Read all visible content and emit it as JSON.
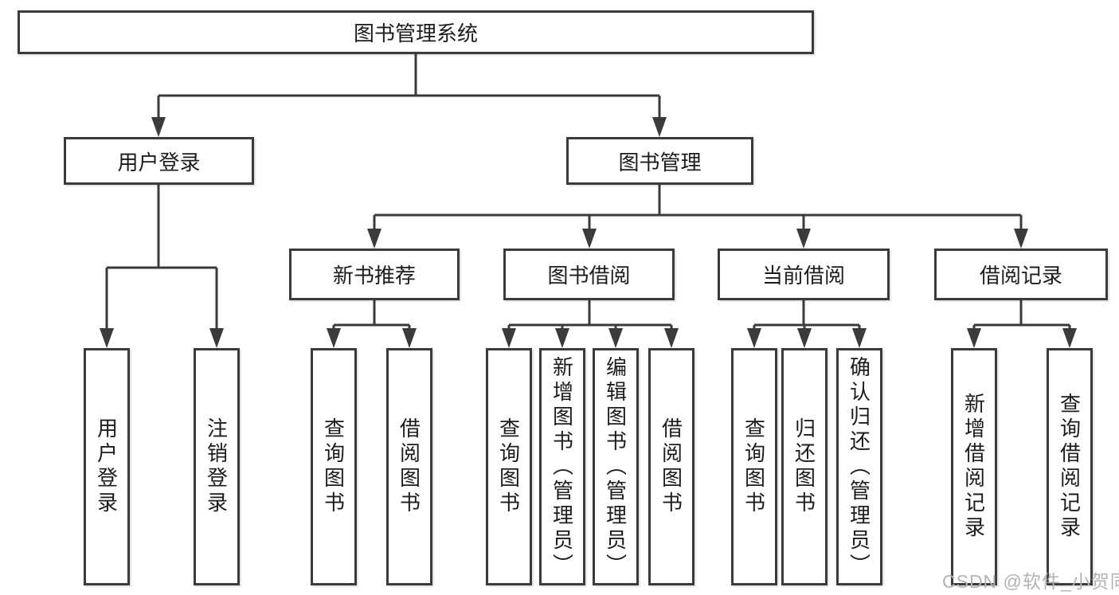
{
  "tree": {
    "label": "图书管理系统",
    "children": [
      {
        "label": "用户登录",
        "children": [
          {
            "label": "用户登录"
          },
          {
            "label": "注销登录"
          }
        ]
      },
      {
        "label": "图书管理",
        "children": [
          {
            "label": "新书推荐",
            "children": [
              {
                "label": "查询图书"
              },
              {
                "label": "借阅图书"
              }
            ]
          },
          {
            "label": "图书借阅",
            "children": [
              {
                "label": "查询图书"
              },
              {
                "label": "新增图书（管理员）"
              },
              {
                "label": "编辑图书（管理员）"
              },
              {
                "label": "借阅图书"
              }
            ]
          },
          {
            "label": "当前借阅",
            "children": [
              {
                "label": "查询图书"
              },
              {
                "label": "归还图书"
              },
              {
                "label": "确认归还（管理员）"
              }
            ]
          },
          {
            "label": "借阅记录",
            "children": [
              {
                "label": "新增借阅记录"
              },
              {
                "label": "查询借阅记录"
              }
            ]
          }
        ]
      }
    ]
  },
  "watermark": {
    "text": "CSDN @软件_小贺同学"
  },
  "colors": {
    "line": "#3b3b3b",
    "box_border": "#3b3b3b",
    "text": "#1c1c1c",
    "watermark": "#b3b3b3",
    "background": "#ffffff"
  }
}
